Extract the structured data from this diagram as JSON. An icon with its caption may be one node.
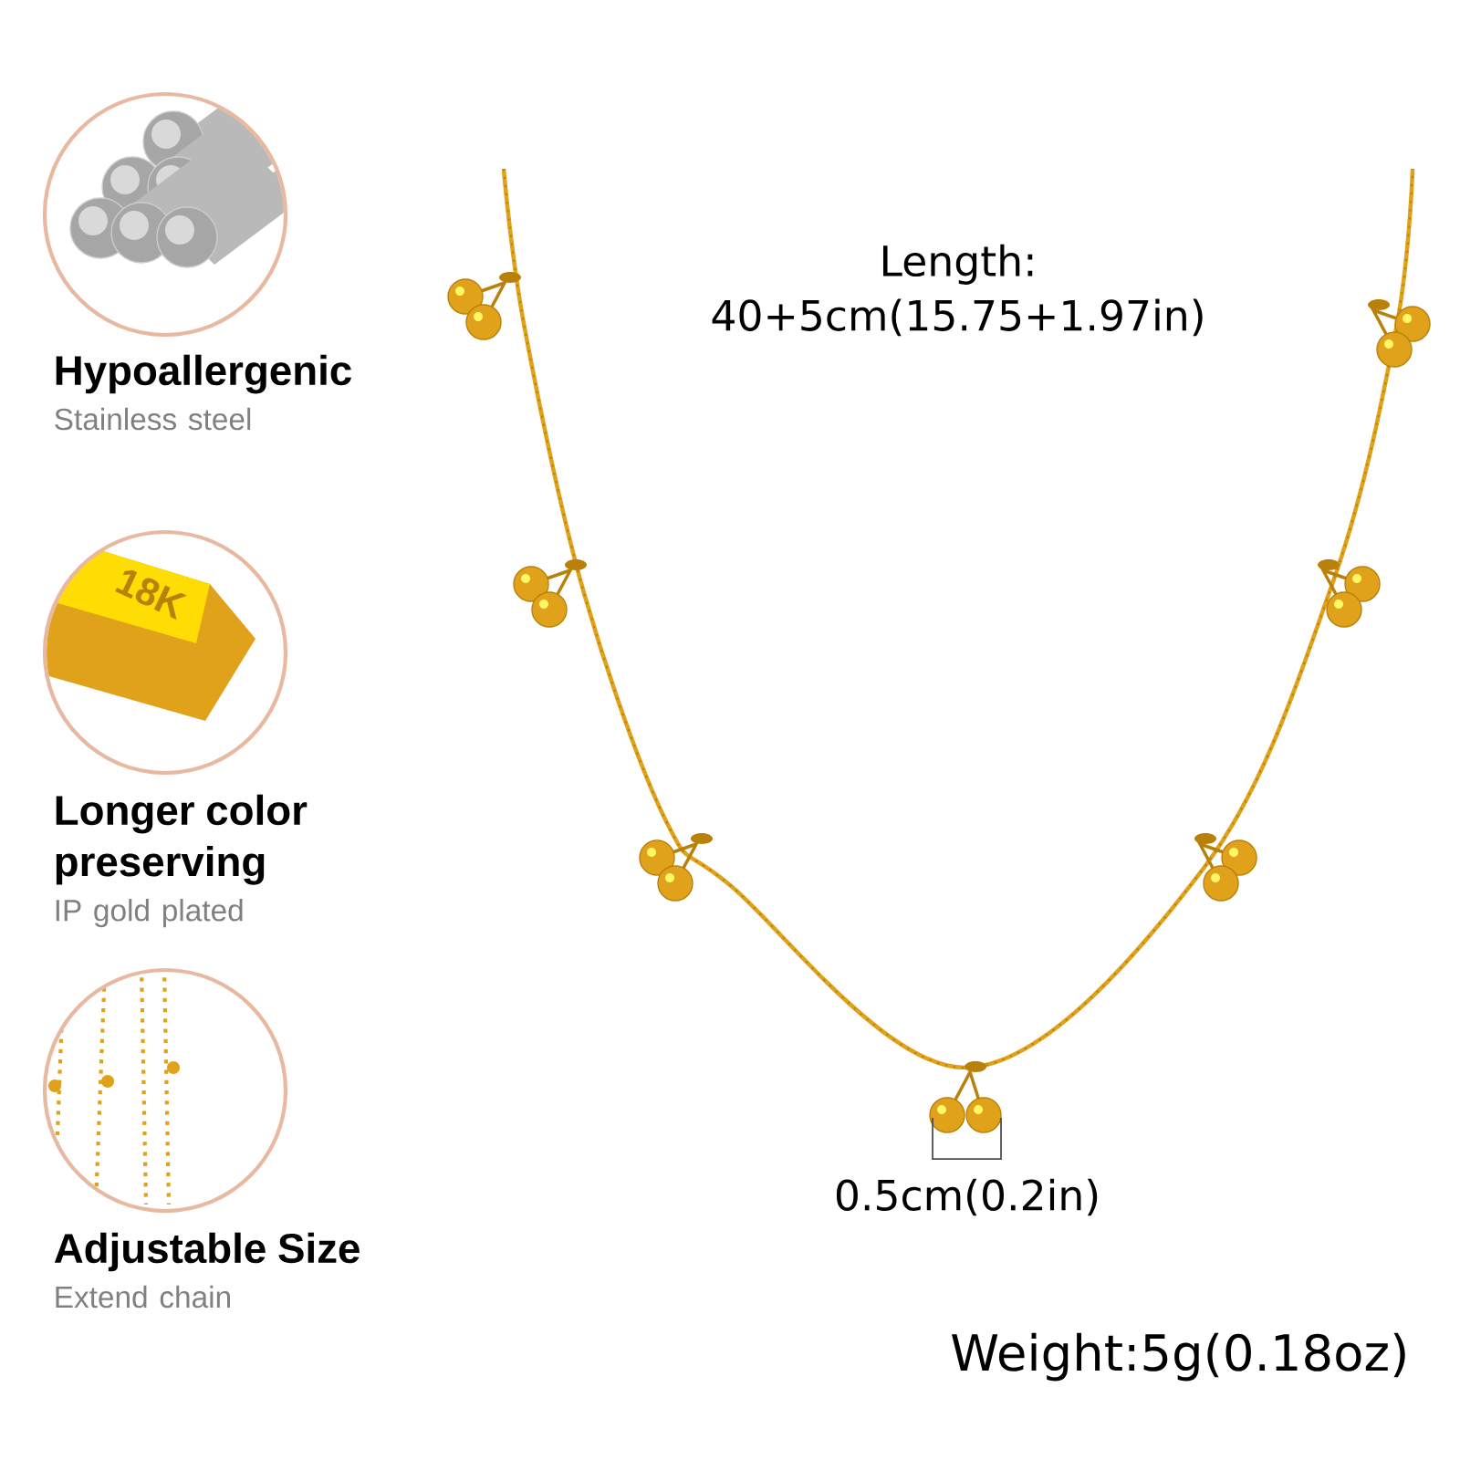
{
  "diagram": {
    "nodes": [
      {
        "text": [
          "Hypoallergenic",
          "Stainless steel"
        ]
      },
      {
        "text": [
          "Longer color preserving",
          "IP gold plated"
        ]
      },
      {
        "text": [
          "Adjustable Size",
          "Extend chain"
        ]
      }
    ],
    "labels": [
      "18K",
      "Length: 40+5cm(15.75+1.97in)",
      "0.5cm(0.2in)",
      "Weight:5g(0.18oz)"
    ]
  }
}
